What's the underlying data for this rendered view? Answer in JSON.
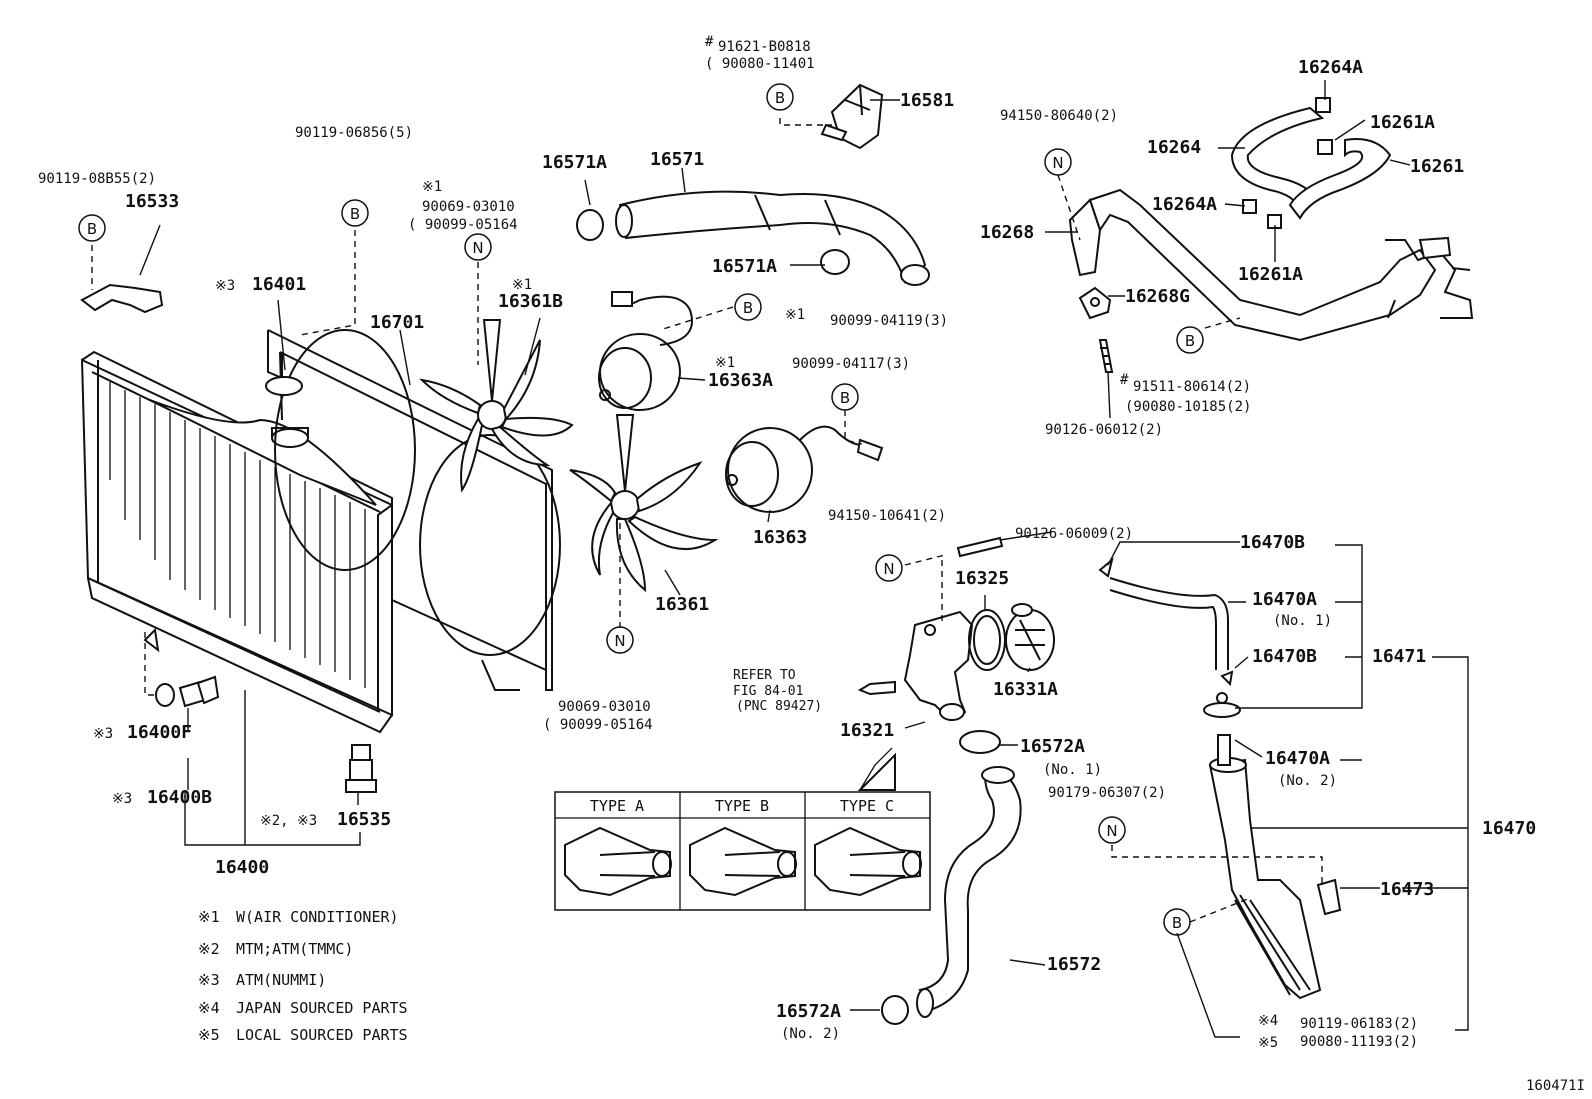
{
  "figure_id": "160471I",
  "callout_letters": {
    "bolt": "B",
    "nut": "N"
  },
  "labels": {
    "p16533": "16533",
    "p16533_bolt": "90119-08B55(2)",
    "p16701_bolt": "90119-06856(5)",
    "p16401": "16401",
    "p16401_mark": "※3",
    "p16701": "16701",
    "p16361b_nut_mark": "※1",
    "p16361b_nut": "90069-03010",
    "p16361b_nut_alt": "( 90099-05164",
    "p16361b": "16361B",
    "p16361b_mark": "※1",
    "p16571a_top": "16571A",
    "p16571": "16571",
    "p16571a_mid": "16571A",
    "p16581_bolt": "91621-B0818",
    "p16581_bolt_mark": "#",
    "p16581_bolt_alt": "( 90080-11401",
    "p16581": "16581",
    "fan_bolt_mark": "※1",
    "fan_bolt": "90099-04119(3)",
    "p16363a": "16363A",
    "p16363a_mark": "※1",
    "motor_bolt": "90099-04117(3)",
    "p16363": "16363",
    "p16361": "16361",
    "p16361_nut": "90069-03010",
    "p16361_nut_alt": "( 90099-05164",
    "p16400f": "16400F",
    "p16400f_mark": "※3",
    "p16400b": "16400B",
    "p16400b_mark": "※3",
    "p16535": "16535",
    "p16535_mark": "※2, ※3",
    "p16400": "16400",
    "p16264a_top": "16264A",
    "p16261a_top": "16261A",
    "p16264": "16264",
    "p16261": "16261",
    "p16264a_mid": "16264A",
    "p16261a_mid": "16261A",
    "p16268_nut": "94150-80640(2)",
    "p16268": "16268",
    "p16268g": "16268G",
    "pipe_bolt_mark": "#",
    "pipe_bolt": "91511-80614(2)",
    "pipe_bolt_alt": "(90080-10185(2)",
    "stud_pipe": "90126-06012(2)",
    "p16321_nut": "94150-10641(2)",
    "p16321_stud": "90126-06009(2)",
    "p16325": "16325",
    "p16331a": "16331A",
    "p16321": "16321",
    "refer_1": "REFER TO",
    "refer_2": "FIG 84-01",
    "refer_3": "(PNC 89427)",
    "p16572a_top": "16572A",
    "p16572a_top_sub": "(No. 1)",
    "p16572": "16572",
    "p16572a_bot": "16572A",
    "p16572a_bot_sub": "(No. 2)",
    "p16470b_top": "16470B",
    "p16470a_top": "16470A",
    "p16470a_top_sub": "(No. 1)",
    "p16470b_mid": "16470B",
    "p16471": "16471",
    "p16470a_bot": "16470A",
    "p16470a_bot_sub": "(No. 2)",
    "p16470_nut": "90179-06307(2)",
    "p16470": "16470",
    "p16473": "16473",
    "p16470_bolt1_mark": "※4",
    "p16470_bolt1": "90119-06183(2)",
    "p16470_bolt2_mark": "※5",
    "p16470_bolt2": "90080-11193(2)"
  },
  "types": [
    "TYPE A",
    "TYPE B",
    "TYPE C"
  ],
  "notes": [
    {
      "mark": "※1",
      "text": "W(AIR CONDITIONER)"
    },
    {
      "mark": "※2",
      "text": "MTM;ATM(TMMC)"
    },
    {
      "mark": "※3",
      "text": "ATM(NUMMI)"
    },
    {
      "mark": "※4",
      "text": "JAPAN SOURCED PARTS"
    },
    {
      "mark": "※5",
      "text": "LOCAL SOURCED PARTS"
    }
  ]
}
